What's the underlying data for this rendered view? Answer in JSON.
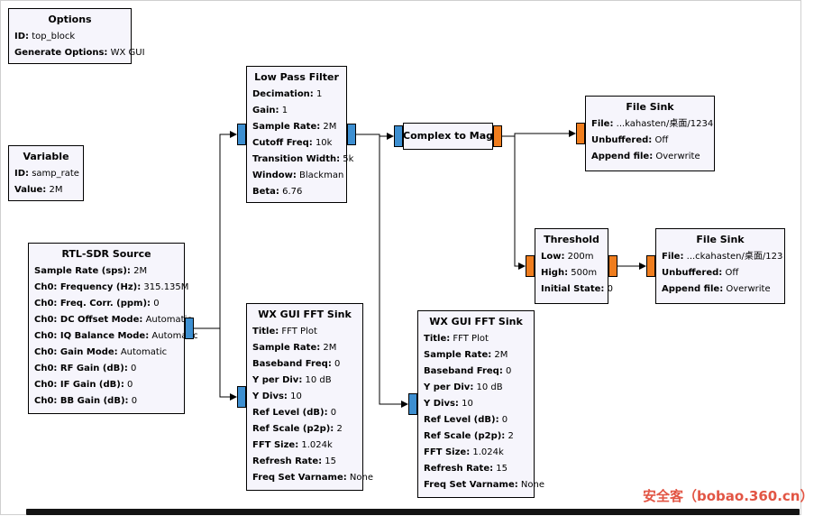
{
  "colors": {
    "complex_port": "#3d8fd1",
    "float_port": "#ef7d1e",
    "block_bg": "#f6f5fc",
    "block_border": "#000000",
    "watermark": "#e25544"
  },
  "watermark": {
    "text": "安全客（bobao.360.cn）"
  },
  "blocks": {
    "options": {
      "title": "Options",
      "params": [
        {
          "n": "ID:",
          "v": "top_block"
        },
        {
          "n": "Generate Options:",
          "v": "WX GUI"
        }
      ]
    },
    "variable": {
      "title": "Variable",
      "params": [
        {
          "n": "ID:",
          "v": "samp_rate"
        },
        {
          "n": "Value:",
          "v": "2M"
        }
      ]
    },
    "rtl_sdr_source": {
      "title": "RTL-SDR Source",
      "params": [
        {
          "n": "Sample Rate (sps):",
          "v": "2M"
        },
        {
          "n": "Ch0: Frequency (Hz):",
          "v": "315.135M"
        },
        {
          "n": "Ch0: Freq. Corr. (ppm):",
          "v": "0"
        },
        {
          "n": "Ch0: DC Offset Mode:",
          "v": "Automatic"
        },
        {
          "n": "Ch0: IQ Balance Mode:",
          "v": "Automatic"
        },
        {
          "n": "Ch0: Gain Mode:",
          "v": "Automatic"
        },
        {
          "n": "Ch0: RF Gain (dB):",
          "v": "0"
        },
        {
          "n": "Ch0: IF Gain (dB):",
          "v": "0"
        },
        {
          "n": "Ch0: BB Gain (dB):",
          "v": "0"
        }
      ]
    },
    "low_pass_filter": {
      "title": "Low Pass Filter",
      "params": [
        {
          "n": "Decimation:",
          "v": "1"
        },
        {
          "n": "Gain:",
          "v": "1"
        },
        {
          "n": "Sample Rate:",
          "v": "2M"
        },
        {
          "n": "Cutoff Freq:",
          "v": "10k"
        },
        {
          "n": "Transition Width:",
          "v": "5k"
        },
        {
          "n": "Window:",
          "v": "Blackman"
        },
        {
          "n": "Beta:",
          "v": "6.76"
        }
      ]
    },
    "complex_to_mag": {
      "title": "Complex to Mag",
      "params": []
    },
    "file_sink_1": {
      "title": "File Sink",
      "params": [
        {
          "n": "File:",
          "v": "...kahasten/桌面/1234"
        },
        {
          "n": "Unbuffered:",
          "v": "Off"
        },
        {
          "n": "Append file:",
          "v": "Overwrite"
        }
      ]
    },
    "threshold": {
      "title": "Threshold",
      "params": [
        {
          "n": "Low:",
          "v": "200m"
        },
        {
          "n": "High:",
          "v": "500m"
        },
        {
          "n": "Initial State:",
          "v": "0"
        }
      ]
    },
    "file_sink_2": {
      "title": "File Sink",
      "params": [
        {
          "n": "File:",
          "v": "...ckahasten/桌面/123"
        },
        {
          "n": "Unbuffered:",
          "v": "Off"
        },
        {
          "n": "Append file:",
          "v": "Overwrite"
        }
      ]
    },
    "fft_sink_1": {
      "title": "WX GUI FFT Sink",
      "params": [
        {
          "n": "Title:",
          "v": "FFT Plot"
        },
        {
          "n": "Sample Rate:",
          "v": "2M"
        },
        {
          "n": "Baseband Freq:",
          "v": "0"
        },
        {
          "n": "Y per Div:",
          "v": "10 dB"
        },
        {
          "n": "Y Divs:",
          "v": "10"
        },
        {
          "n": "Ref Level (dB):",
          "v": "0"
        },
        {
          "n": "Ref Scale (p2p):",
          "v": "2"
        },
        {
          "n": "FFT Size:",
          "v": "1.024k"
        },
        {
          "n": "Refresh Rate:",
          "v": "15"
        },
        {
          "n": "Freq Set Varname:",
          "v": "None"
        }
      ]
    },
    "fft_sink_2": {
      "title": "WX GUI FFT Sink",
      "params": [
        {
          "n": "Title:",
          "v": "FFT Plot"
        },
        {
          "n": "Sample Rate:",
          "v": "2M"
        },
        {
          "n": "Baseband Freq:",
          "v": "0"
        },
        {
          "n": "Y per Div:",
          "v": "10 dB"
        },
        {
          "n": "Y Divs:",
          "v": "10"
        },
        {
          "n": "Ref Level (dB):",
          "v": "0"
        },
        {
          "n": "Ref Scale (p2p):",
          "v": "2"
        },
        {
          "n": "FFT Size:",
          "v": "1.024k"
        },
        {
          "n": "Refresh Rate:",
          "v": "15"
        },
        {
          "n": "Freq Set Varname:",
          "v": "None"
        }
      ]
    }
  },
  "connections": [
    {
      "from": "rtl_sdr_source",
      "to": "low_pass_filter"
    },
    {
      "from": "rtl_sdr_source",
      "to": "fft_sink_1"
    },
    {
      "from": "low_pass_filter",
      "to": "complex_to_mag"
    },
    {
      "from": "low_pass_filter",
      "to": "fft_sink_2"
    },
    {
      "from": "complex_to_mag",
      "to": "file_sink_1"
    },
    {
      "from": "complex_to_mag",
      "to": "threshold"
    },
    {
      "from": "threshold",
      "to": "file_sink_2"
    }
  ]
}
